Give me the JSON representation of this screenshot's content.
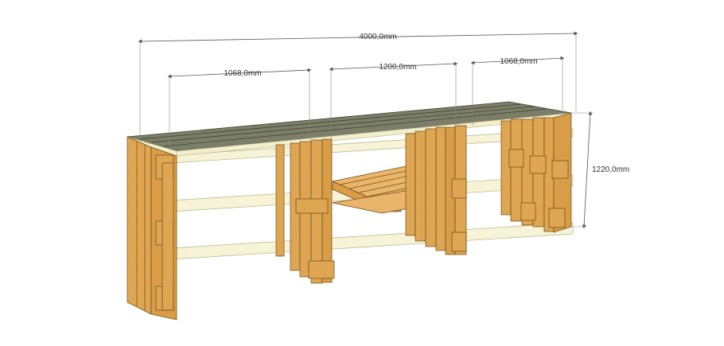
{
  "dimensions": {
    "total_width": "4000,0mm",
    "left_section": "1068,0mm",
    "middle_section": "1200,0mm",
    "right_section": "1068,0mm",
    "height": "1220,0mm"
  },
  "colors": {
    "wood": "#e0a854",
    "wood_dark": "#c98d3c",
    "wood_edge": "#6b4a16",
    "shelf": "#f6f3d6",
    "top": "#7b7e68",
    "dimension_line": "#555555"
  }
}
